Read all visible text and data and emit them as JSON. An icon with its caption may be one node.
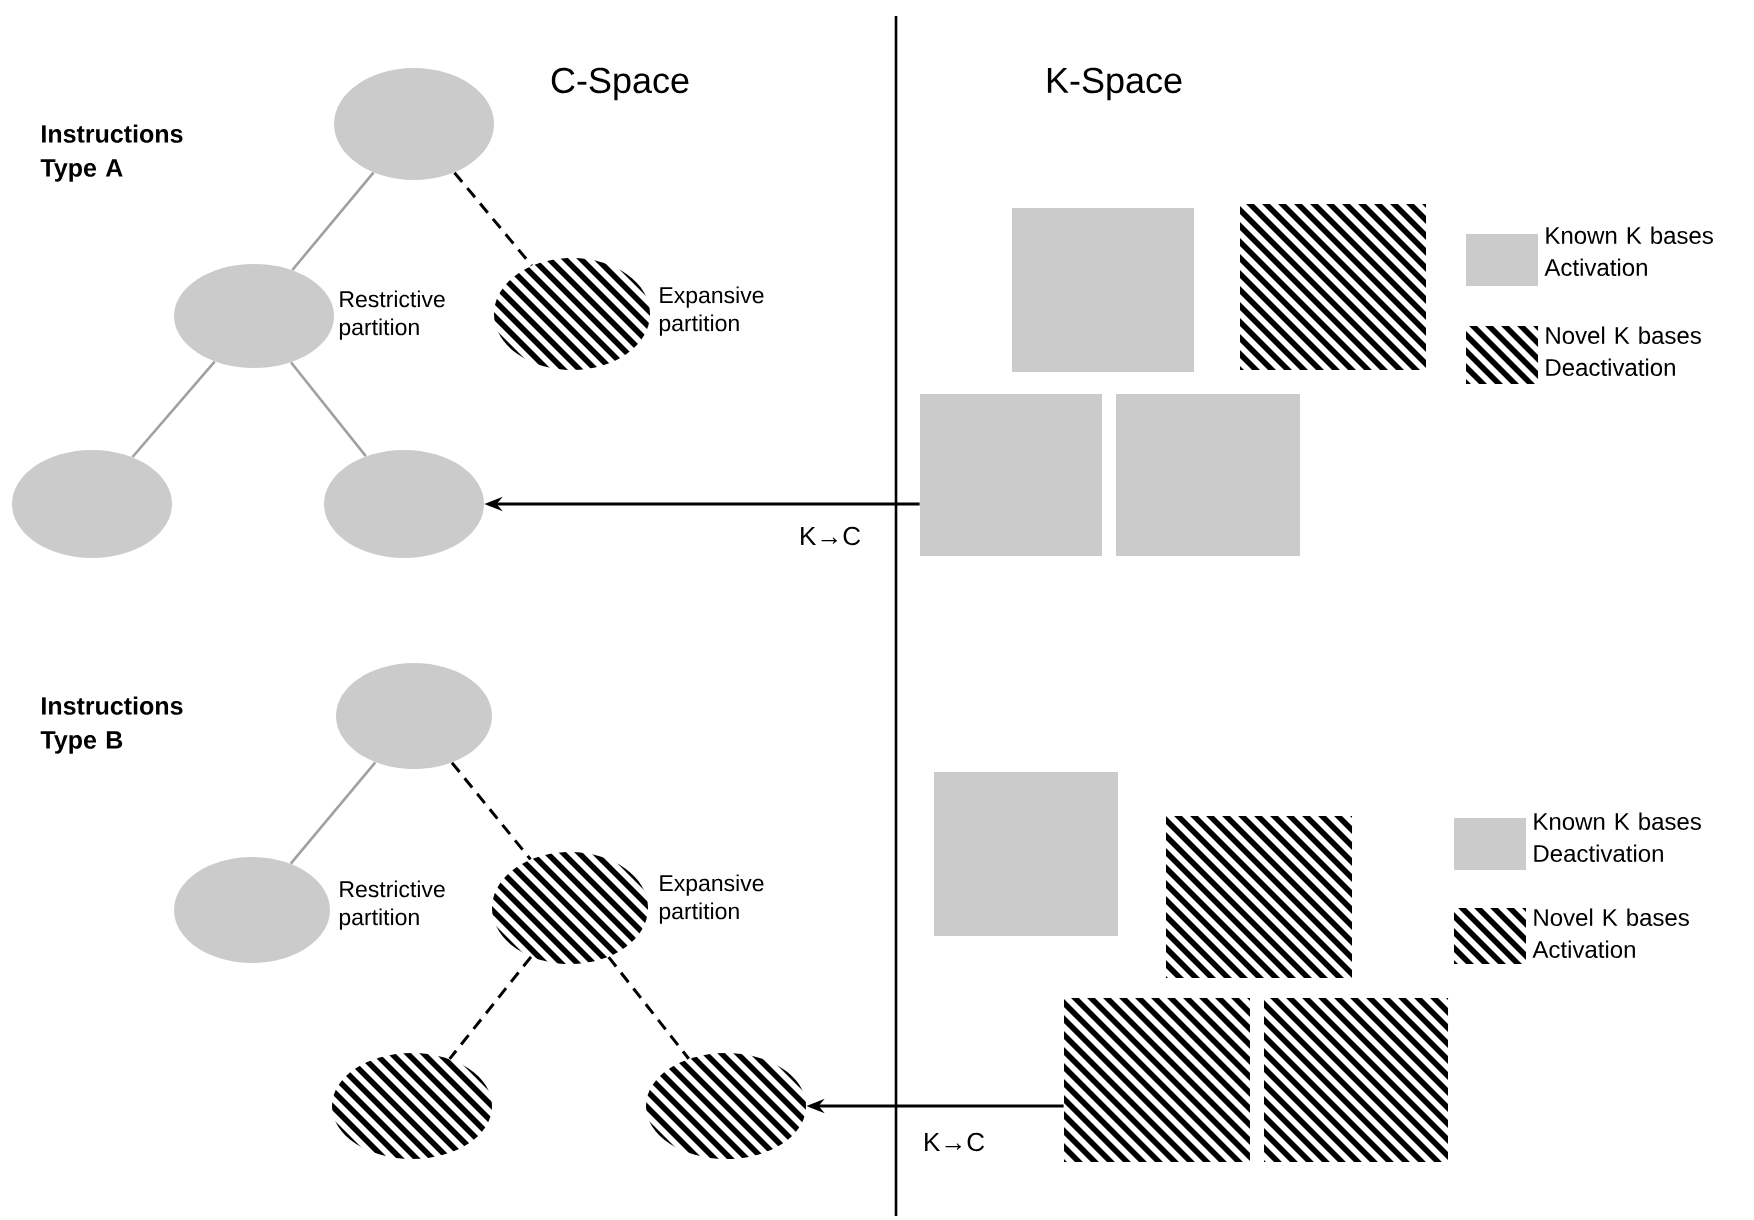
{
  "diagram": {
    "nodes": [
      {
        "text": [],
        "shape": "ellipse"
      },
      {
        "text": [],
        "shape": "ellipse",
        "beside": [
          "Restrictive partition"
        ]
      },
      {
        "text": [],
        "shape": "ellipse",
        "beside": [
          "Expansive partition"
        ]
      },
      {
        "text": [],
        "shape": "ellipse"
      },
      {
        "text": [],
        "shape": "ellipse"
      },
      {
        "text": [],
        "shape": "box"
      },
      {
        "text": [],
        "shape": "box"
      },
      {
        "text": [],
        "shape": "box"
      },
      {
        "text": [],
        "shape": "box"
      },
      {
        "text": [],
        "shape": "ellipse"
      },
      {
        "text": [],
        "shape": "ellipse",
        "beside": [
          "Restrictive partition"
        ]
      },
      {
        "text": [],
        "shape": "ellipse",
        "beside": [
          "Expansive partition"
        ]
      },
      {
        "text": [],
        "shape": "ellipse"
      },
      {
        "text": [],
        "shape": "ellipse"
      },
      {
        "text": [],
        "shape": "box"
      },
      {
        "text": [],
        "shape": "box"
      },
      {
        "text": [],
        "shape": "box"
      },
      {
        "text": [],
        "shape": "box"
      }
    ],
    "edges": [
      {
        "from": 0,
        "to": 1,
        "arrow": "none",
        "color": "#a0a0a0"
      },
      {
        "from": 0,
        "to": 2,
        "arrow": "none",
        "style": "dashed"
      },
      {
        "from": 1,
        "to": 3,
        "arrow": "none",
        "color": "#a0a0a0"
      },
      {
        "from": 1,
        "to": 4,
        "arrow": "none",
        "color": "#a0a0a0"
      },
      {
        "from": 7,
        "to": 4,
        "arrow": "to",
        "label": "K→C"
      },
      {
        "from": 9,
        "to": 10,
        "arrow": "none",
        "color": "#a0a0a0"
      },
      {
        "from": 9,
        "to": 11,
        "arrow": "none",
        "style": "dashed"
      },
      {
        "from": 11,
        "to": 12,
        "arrow": "none",
        "style": "dashed"
      },
      {
        "from": 11,
        "to": 13,
        "arrow": "none",
        "style": "dashed"
      },
      {
        "from": 16,
        "to": 13,
        "arrow": "to",
        "label": "K→C"
      }
    ],
    "labels": [
      "C-Space",
      "K-Space",
      "Instructions Type A",
      "Instructions Type B"
    ],
    "legend": [
      {
        "text": "Known K bases Activation",
        "color": "#cbcbcb"
      },
      {
        "text": "Novel K bases Deactivation"
      },
      {
        "text": "Known K bases Deactivation",
        "color": "#cbcbcb"
      },
      {
        "text": "Novel K bases Activation"
      }
    ]
  }
}
